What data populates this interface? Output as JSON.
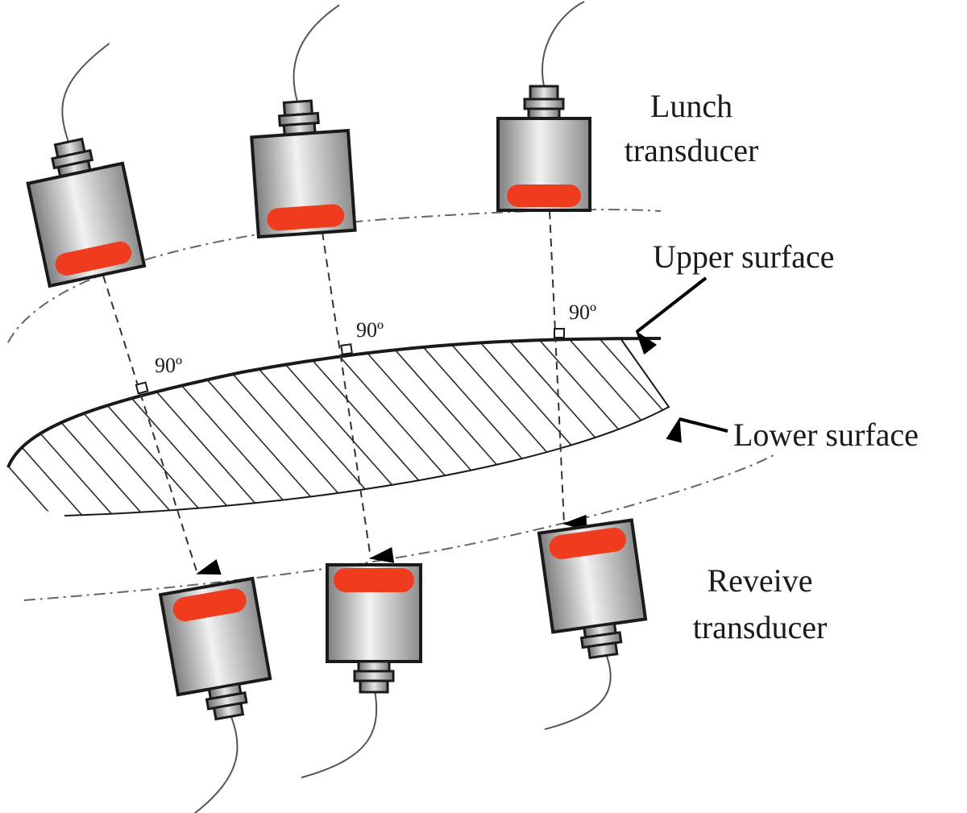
{
  "labels": {
    "launch_line1": "Lunch",
    "launch_line2": "transducer",
    "upper_surface": "Upper surface",
    "lower_surface": "Lower surface",
    "receive_line1": "Reveive",
    "receive_line2": "transducer",
    "angle": "90º"
  },
  "colors": {
    "element": "#f03c1e",
    "body_light": "#f4f4f4",
    "body_dark": "#8a8a8a",
    "outline": "#1a1a1a"
  }
}
